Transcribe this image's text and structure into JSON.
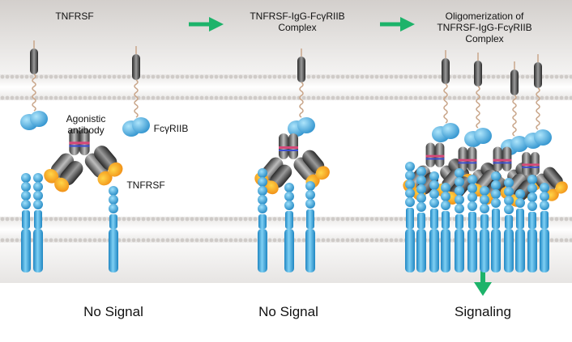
{
  "titles": {
    "panel1": "TNFRSF",
    "panel2_line1": "TNFRSF-IgG-FcγRIIB",
    "panel2_line2": "Complex",
    "panel3_line1": "Oligomerization of",
    "panel3_line2": "TNFRSF-IgG-FcγRIIB",
    "panel3_line3": "Complex"
  },
  "labels": {
    "agonistic_line1": "Agonistic",
    "agonistic_line2": "antibody",
    "fcgriib": "FcγRIIB",
    "tnfrsf": "TNFRSF"
  },
  "outcomes": {
    "panel1": "No Signal",
    "panel2": "No Signal",
    "panel3": "Signaling"
  },
  "colors": {
    "arrow": "#1db36a",
    "receptor": "#34a6dc",
    "fc_receptor": "#4bb8e8",
    "antibody_gray": "#6b6b6b",
    "antibody_orange": "#f29a1e",
    "membrane": "#d9d6d3"
  }
}
